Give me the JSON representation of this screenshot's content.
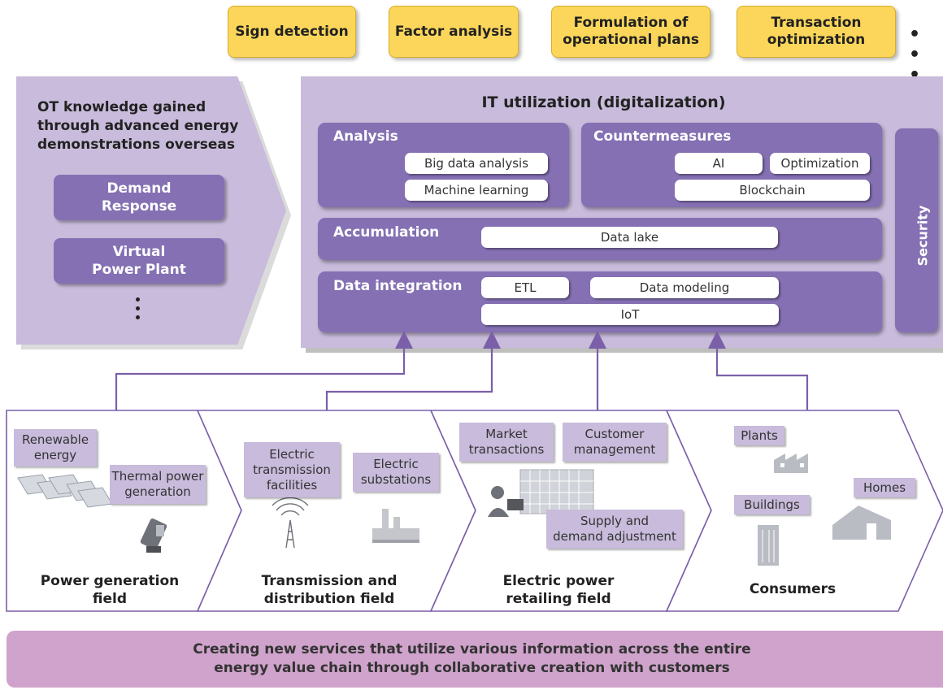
{
  "top_tasks": [
    "Sign detection",
    "Factor analysis",
    "Formulation of\noperational plans",
    "Transaction\noptimization"
  ],
  "top_more": "• • •",
  "ot": {
    "title": "OT knowledge gained\nthrough advanced energy\ndemonstrations overseas",
    "items": [
      "Demand\nResponse",
      "Virtual\nPower Plant"
    ]
  },
  "it": {
    "title": "IT utilization (digitalization)",
    "analysis": {
      "label": "Analysis",
      "items": [
        "Big data analysis",
        "Machine learning"
      ]
    },
    "countermeasures": {
      "label": "Countermeasures",
      "items": [
        "AI",
        "Optimization",
        "Blockchain"
      ]
    },
    "accumulation": {
      "label": "Accumulation",
      "items": [
        "Data lake"
      ]
    },
    "data_integration": {
      "label": "Data integration",
      "items": [
        "ETL",
        "Data modeling",
        "IoT"
      ]
    },
    "security": "Security"
  },
  "fields": [
    {
      "label": "Power generation\nfield",
      "tags": [
        "Renewable\nenergy",
        "Thermal power\ngeneration"
      ]
    },
    {
      "label": "Transmission and\ndistribution field",
      "tags": [
        "Electric\ntransmission\nfacilities",
        "Electric\nsubstations"
      ]
    },
    {
      "label": "Electric power\nretailing field",
      "tags": [
        "Market\ntransactions",
        "Customer\nmanagement",
        "Supply and\ndemand adjustment"
      ]
    },
    {
      "label": "Consumers",
      "tags": [
        "Plants",
        "Buildings",
        "Homes"
      ]
    }
  ],
  "banner": "Creating new services that utilize various information across the entire\nenergy value chain through collaborative creation with customers",
  "colors": {
    "purple_dark": "#8470b3",
    "purple_light": "#c8bbdb",
    "yellow": "#fbd65a",
    "banner": "#cfa3cb",
    "line": "#7b5fa8"
  }
}
